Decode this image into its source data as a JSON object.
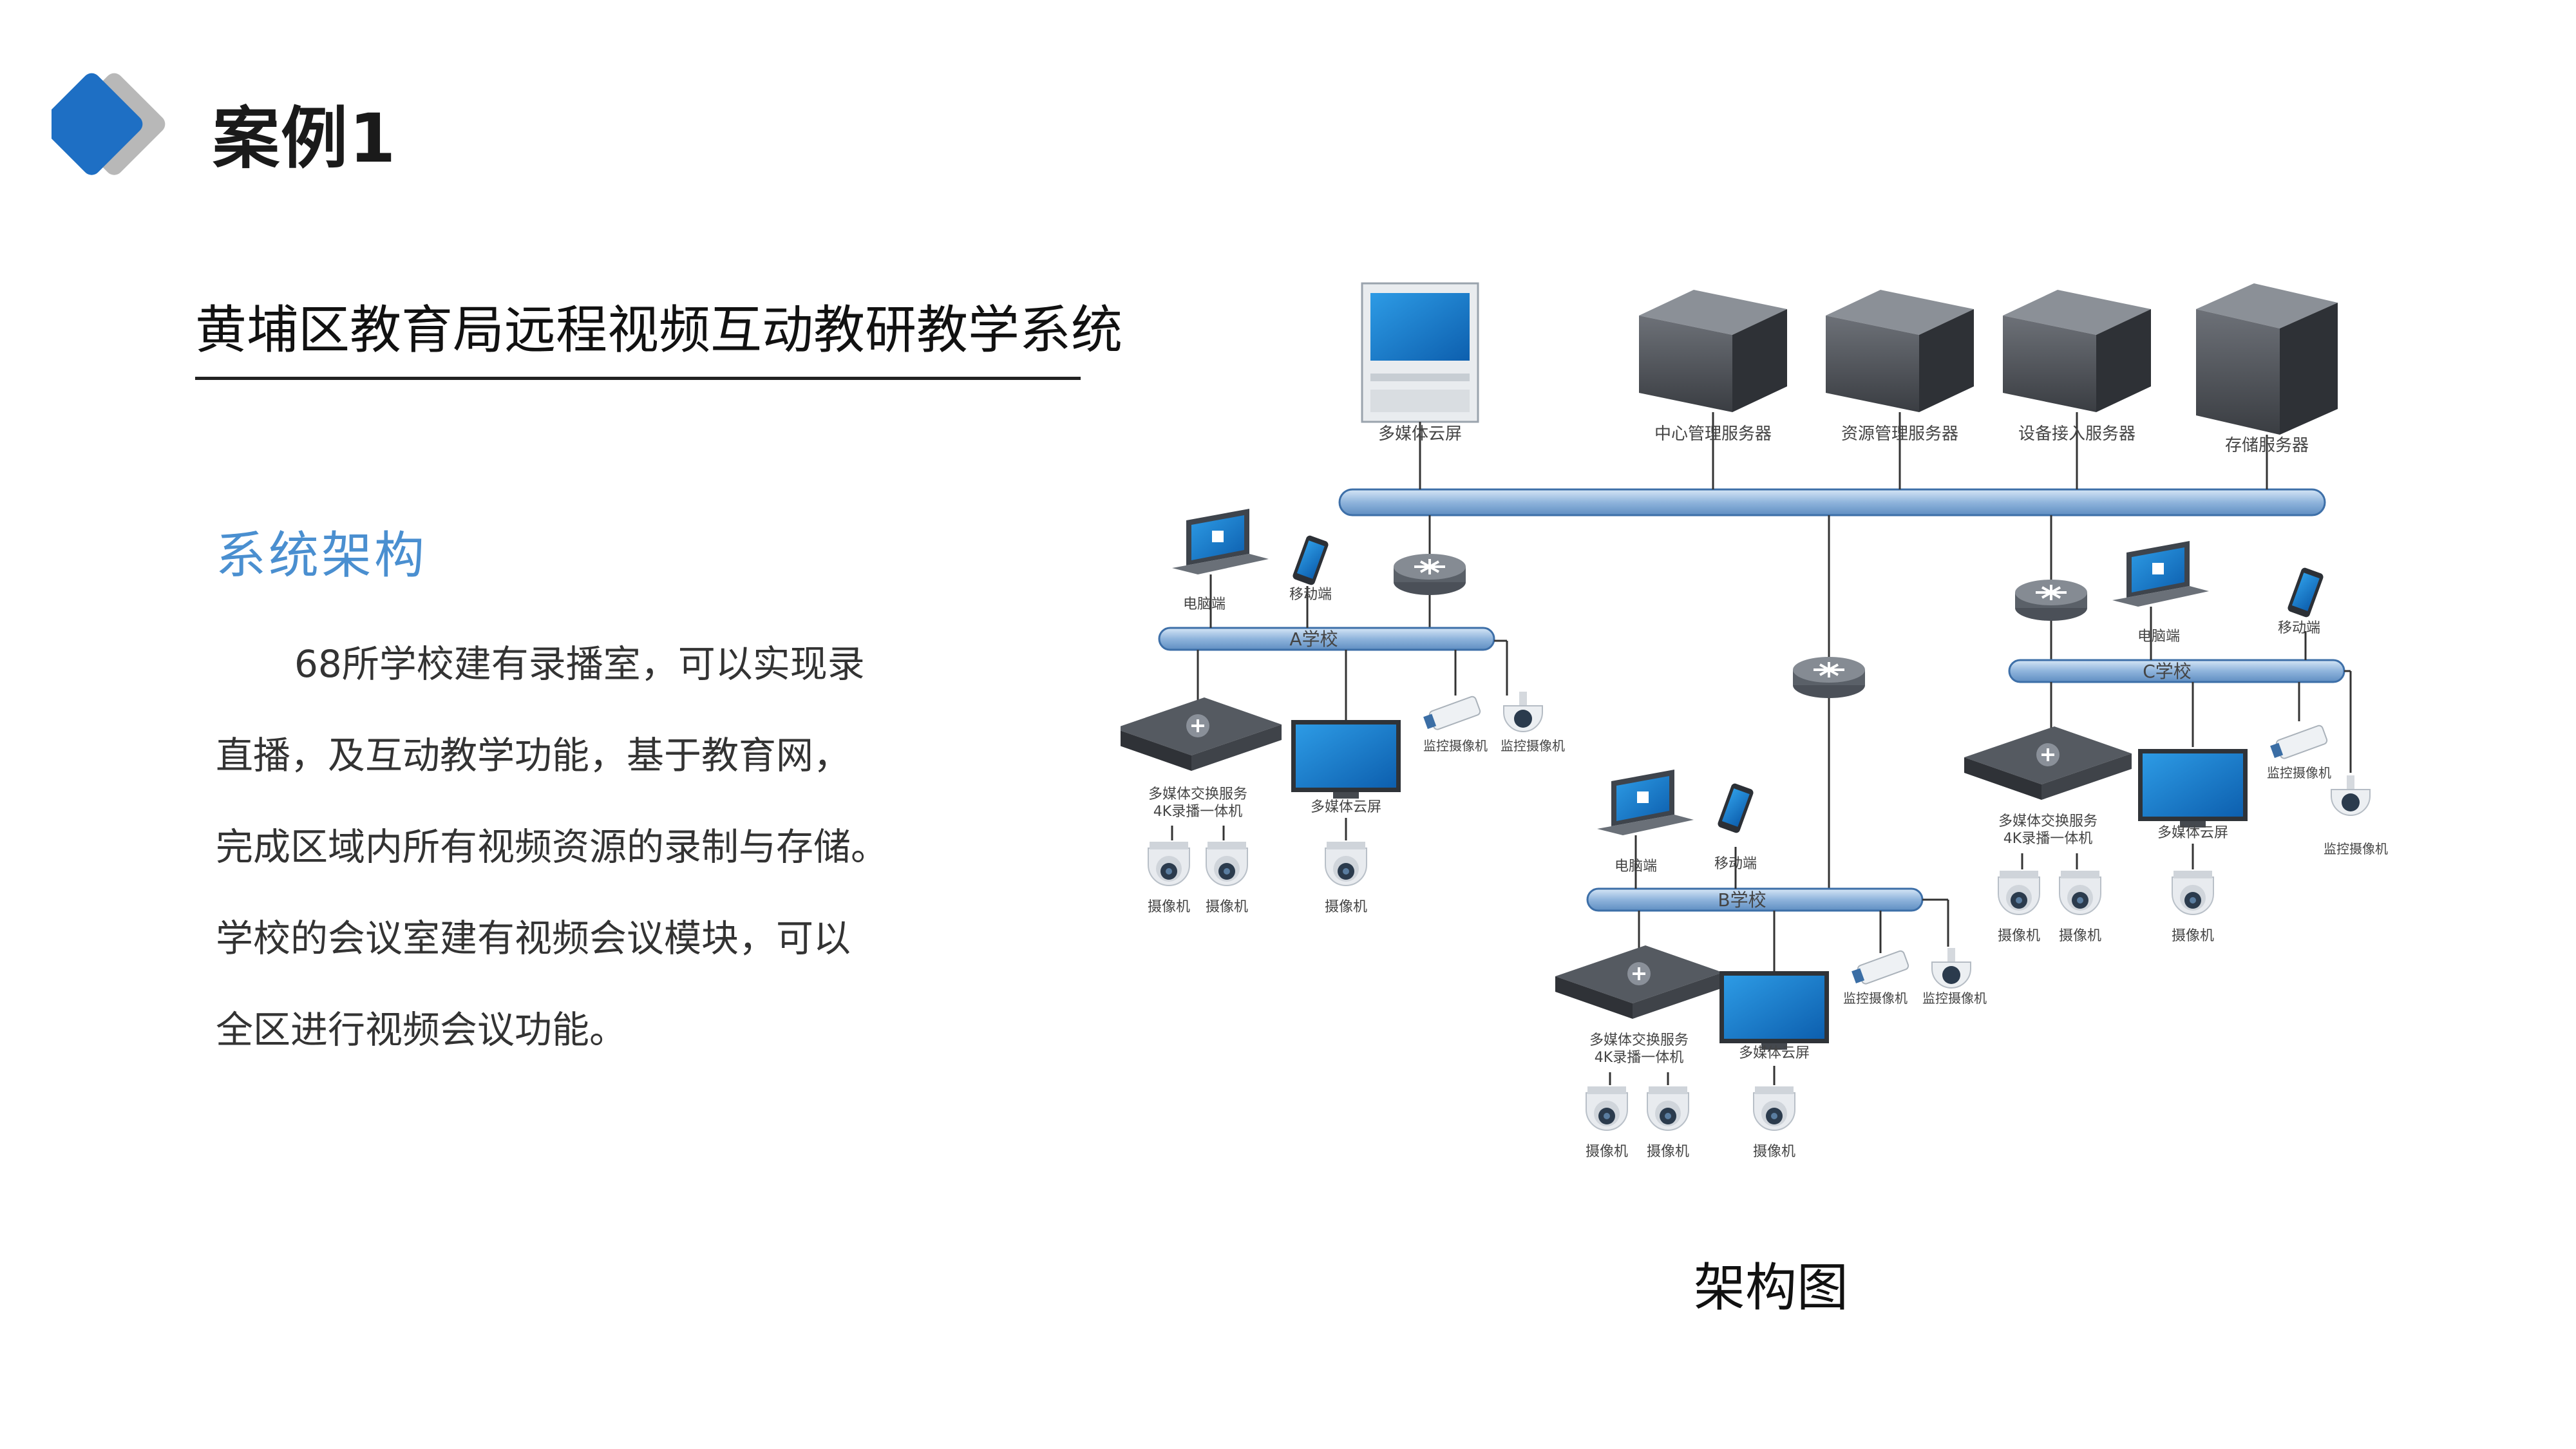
{
  "header": {
    "title": "案例1"
  },
  "subtitle": "黄埔区教育局远程视频互动教研教学系统",
  "section": {
    "heading": "系统架构",
    "lines": [
      "68所学校建有录播室，可以实现录",
      "直播，及互动教学功能，基于教育网，",
      "完成区域内所有视频资源的录制与存储。",
      "学校的会议室建有视频会议模块，可以",
      "全区进行视频会议功能。"
    ]
  },
  "diagram": {
    "caption": "架构图",
    "top": {
      "multimedia_screen": "多媒体云屏",
      "servers": [
        "中心管理服务器",
        "资源管理服务器",
        "设备接入服务器",
        "存储服务器"
      ]
    },
    "labels": {
      "pc": "电脑端",
      "mobile": "移动端",
      "surveillance": "监控摄像机",
      "recorder_1": "多媒体交换服务",
      "recorder_2": "4K录播一体机",
      "screen": "多媒体云屏",
      "camera": "摄像机"
    },
    "schools": [
      "A学校",
      "B学校",
      "C学校"
    ]
  },
  "colors": {
    "accent_blue": "#1e6fc4",
    "accent_gray": "#b8b8b8",
    "heading_blue": "#4a8fd0",
    "bus_blue": "#9dbde0"
  }
}
